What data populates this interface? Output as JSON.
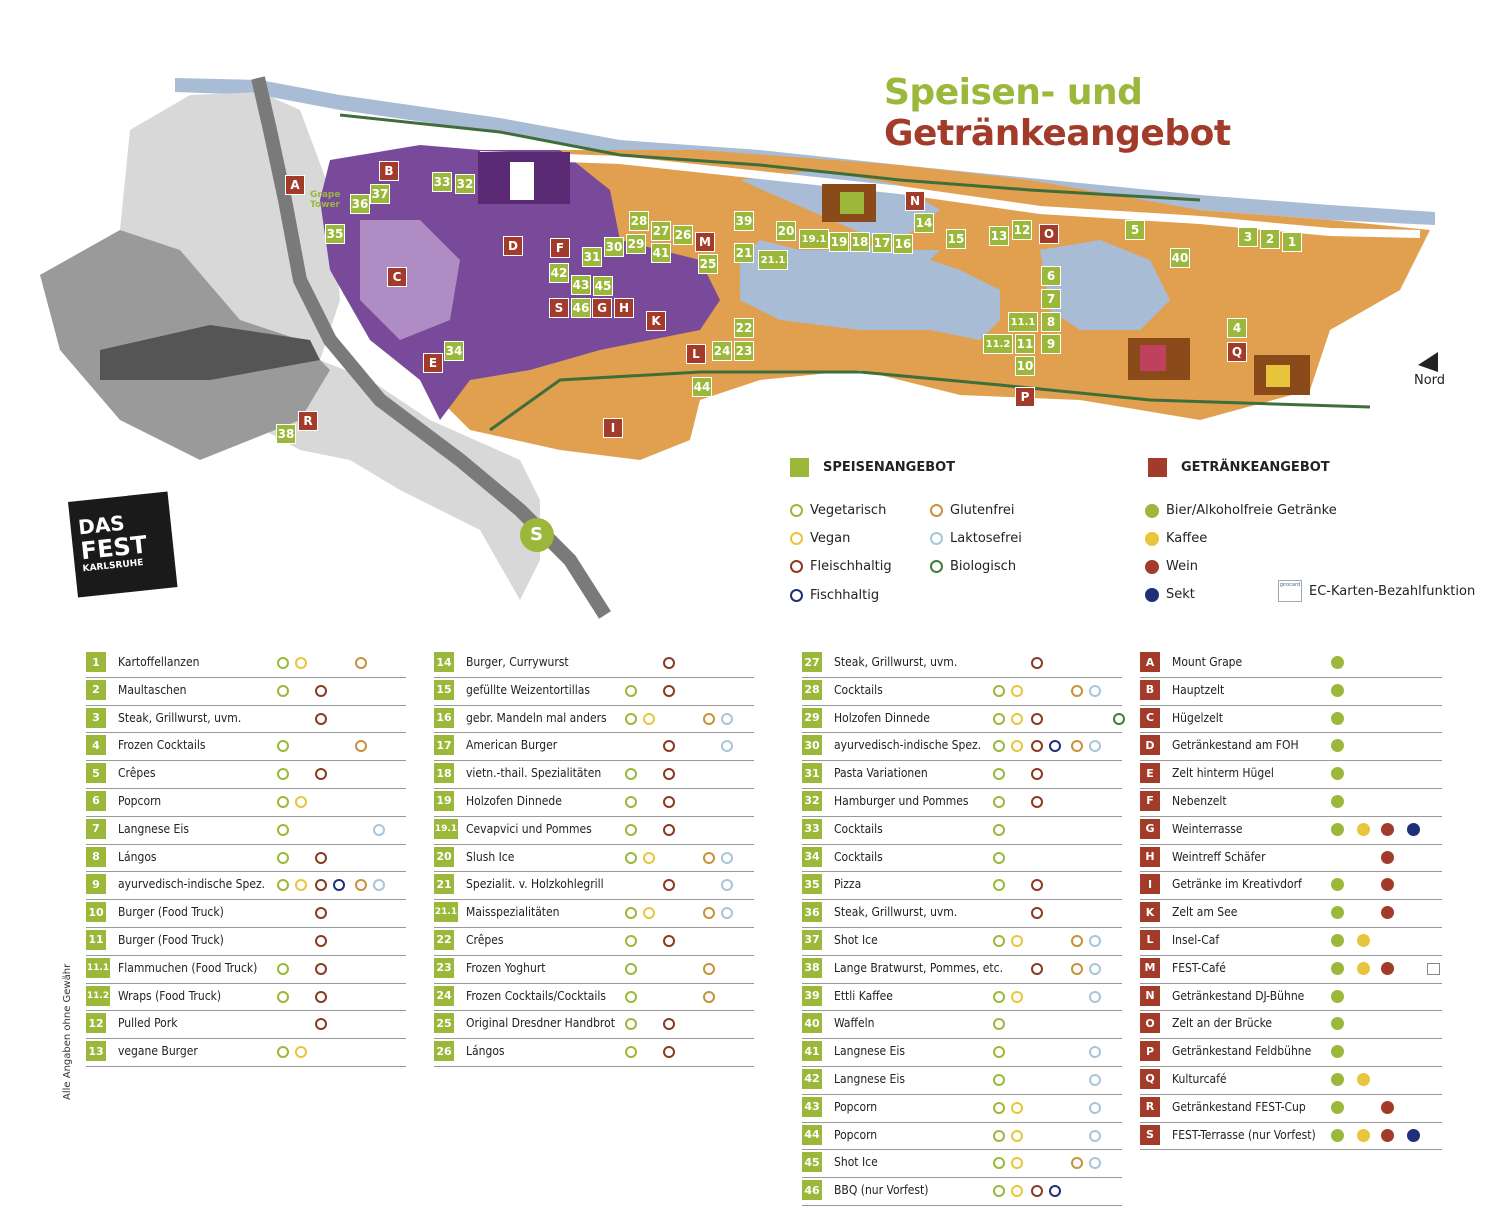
{
  "title": {
    "part1": "Speisen- und",
    "part2": "Getränkeangebot"
  },
  "colors": {
    "green": "#9bb83a",
    "red": "#a23b2a",
    "yellow": "#e8c53c",
    "ochre": "#c8913a",
    "lightblue": "#a7c6da",
    "darkgreen": "#3f7d3a",
    "navy": "#1f2f7a",
    "brown": "#8a3a22",
    "purple": "#7a4a9a",
    "orange": "#e0a050",
    "water": "#a9bcd6"
  },
  "legend": {
    "food_heading": "SPEISENANGEBOT",
    "drink_heading": "GETRÄNKEANGEBOT",
    "food_items": [
      {
        "label": "Vegetarisch",
        "color": "#9bb83a"
      },
      {
        "label": "Glutenfrei",
        "color": "#c8913a"
      },
      {
        "label": "Vegan",
        "color": "#e8c53c"
      },
      {
        "label": "Laktosefrei",
        "color": "#a7c6da"
      },
      {
        "label": "Fleischhaltig",
        "color": "#8a3a22"
      },
      {
        "label": "Biologisch",
        "color": "#3f7d3a"
      },
      {
        "label": "Fischhaltig",
        "color": "#1f2f7a"
      }
    ],
    "drink_items": [
      {
        "label": "Bier/Alkoholfreie Getränke",
        "color": "#9bb83a"
      },
      {
        "label": "Kaffee",
        "color": "#e8c53c"
      },
      {
        "label": "Wein",
        "color": "#a23b2a"
      },
      {
        "label": "Sekt",
        "color": "#1f2f7a"
      }
    ],
    "ec_label": "EC-Karten-Bezahlfunktion",
    "ec_icon": "girocard-icon",
    "ec_icon_text": "girocard"
  },
  "map": {
    "north_label": "Nord",
    "logo": {
      "line1": "DAS",
      "line2": "FEST",
      "line3": "KARLSRUHE"
    },
    "grape_tower_label": "Grape Tower",
    "s_bahn_label": "S",
    "food_markers": [
      "1",
      "2",
      "3",
      "4",
      "5",
      "6",
      "7",
      "8",
      "9",
      "10",
      "11",
      "11.1",
      "11.2",
      "12",
      "13",
      "14",
      "15",
      "16",
      "17",
      "18",
      "19",
      "19.1",
      "20",
      "21",
      "21.1",
      "22",
      "23",
      "24",
      "25",
      "26",
      "27",
      "28",
      "29",
      "30",
      "31",
      "32",
      "33",
      "34",
      "35",
      "36",
      "37",
      "38",
      "39",
      "40",
      "41",
      "42",
      "43",
      "44",
      "45",
      "46"
    ],
    "drink_markers": [
      "A",
      "B",
      "C",
      "D",
      "E",
      "F",
      "G",
      "H",
      "I",
      "K",
      "L",
      "M",
      "N",
      "O",
      "P",
      "Q",
      "R",
      "S"
    ]
  },
  "disclaimer": "Alle Angaben ohne Gewähr",
  "food_table": [
    {
      "num": "1",
      "name": "Kartoffellanzen",
      "tags": [
        "veg",
        "vegan",
        "glutenfrei"
      ]
    },
    {
      "num": "2",
      "name": "Maultaschen",
      "tags": [
        "veg",
        "fleisch"
      ]
    },
    {
      "num": "3",
      "name": "Steak, Grillwurst, uvm.",
      "tags": [
        "fleisch"
      ]
    },
    {
      "num": "4",
      "name": "Frozen Cocktails",
      "tags": [
        "veg",
        "glutenfrei"
      ]
    },
    {
      "num": "5",
      "name": "Crêpes",
      "tags": [
        "veg",
        "fleisch"
      ]
    },
    {
      "num": "6",
      "name": "Popcorn",
      "tags": [
        "veg",
        "vegan"
      ]
    },
    {
      "num": "7",
      "name": "Langnese Eis",
      "tags": [
        "veg",
        "laktose"
      ]
    },
    {
      "num": "8",
      "name": "Lángos",
      "tags": [
        "veg",
        "fleisch"
      ]
    },
    {
      "num": "9",
      "name": "ayurvedisch-indische Spez.",
      "tags": [
        "veg",
        "vegan",
        "fleisch",
        "fisch",
        "glutenfrei",
        "laktose"
      ]
    },
    {
      "num": "10",
      "name": "Burger (Food Truck)",
      "tags": [
        "fleisch"
      ]
    },
    {
      "num": "11",
      "name": "Burger (Food Truck)",
      "tags": [
        "fleisch"
      ]
    },
    {
      "num": "11.1",
      "name": "Flammuchen (Food Truck)",
      "tags": [
        "veg",
        "fleisch"
      ]
    },
    {
      "num": "11.2",
      "name": "Wraps (Food Truck)",
      "tags": [
        "veg",
        "fleisch"
      ]
    },
    {
      "num": "12",
      "name": "Pulled Pork",
      "tags": [
        "fleisch"
      ]
    },
    {
      "num": "13",
      "name": "vegane Burger",
      "tags": [
        "veg",
        "vegan"
      ]
    },
    {
      "num": "14",
      "name": "Burger, Currywurst",
      "tags": [
        "fleisch"
      ]
    },
    {
      "num": "15",
      "name": "gefüllte Weizentortillas",
      "tags": [
        "veg",
        "fleisch"
      ]
    },
    {
      "num": "16",
      "name": "gebr. Mandeln mal anders",
      "tags": [
        "veg",
        "vegan",
        "glutenfrei",
        "laktose"
      ]
    },
    {
      "num": "17",
      "name": "American Burger",
      "tags": [
        "fleisch",
        "laktose"
      ]
    },
    {
      "num": "18",
      "name": "vietn.-thail. Spezialitäten",
      "tags": [
        "veg",
        "fleisch"
      ]
    },
    {
      "num": "19",
      "name": "Holzofen Dinnede",
      "tags": [
        "veg",
        "fleisch"
      ]
    },
    {
      "num": "19.1",
      "name": "Cevapvici und Pommes",
      "tags": [
        "veg",
        "fleisch"
      ]
    },
    {
      "num": "20",
      "name": "Slush Ice",
      "tags": [
        "veg",
        "vegan",
        "glutenfrei",
        "laktose"
      ]
    },
    {
      "num": "21",
      "name": "Spezialit. v. Holzkohlegrill",
      "tags": [
        "fleisch",
        "laktose"
      ]
    },
    {
      "num": "21.1",
      "name": "Maisspezialitäten",
      "tags": [
        "veg",
        "vegan",
        "glutenfrei",
        "laktose"
      ]
    },
    {
      "num": "22",
      "name": "Crêpes",
      "tags": [
        "veg",
        "fleisch"
      ]
    },
    {
      "num": "23",
      "name": "Frozen Yoghurt",
      "tags": [
        "veg",
        "glutenfrei"
      ]
    },
    {
      "num": "24",
      "name": "Frozen Cocktails/Cocktails",
      "tags": [
        "veg",
        "glutenfrei"
      ]
    },
    {
      "num": "25",
      "name": "Original Dresdner Handbrot",
      "tags": [
        "veg",
        "fleisch"
      ]
    },
    {
      "num": "26",
      "name": "Lángos",
      "tags": [
        "veg",
        "fleisch"
      ]
    },
    {
      "num": "27",
      "name": "Steak, Grillwurst, uvm.",
      "tags": [
        "fleisch"
      ]
    },
    {
      "num": "28",
      "name": "Cocktails",
      "tags": [
        "veg",
        "vegan",
        "glutenfrei",
        "laktose"
      ]
    },
    {
      "num": "29",
      "name": "Holzofen Dinnede",
      "tags": [
        "veg",
        "vegan",
        "fleisch",
        "bio"
      ]
    },
    {
      "num": "30",
      "name": "ayurvedisch-indische Spez.",
      "tags": [
        "veg",
        "vegan",
        "fleisch",
        "fisch",
        "glutenfrei",
        "laktose"
      ]
    },
    {
      "num": "31",
      "name": "Pasta Variationen",
      "tags": [
        "veg",
        "fleisch"
      ]
    },
    {
      "num": "32",
      "name": "Hamburger und Pommes",
      "tags": [
        "veg",
        "fleisch"
      ]
    },
    {
      "num": "33",
      "name": "Cocktails",
      "tags": [
        "veg"
      ]
    },
    {
      "num": "34",
      "name": "Cocktails",
      "tags": [
        "veg"
      ]
    },
    {
      "num": "35",
      "name": "Pizza",
      "tags": [
        "veg",
        "fleisch"
      ]
    },
    {
      "num": "36",
      "name": "Steak, Grillwurst, uvm.",
      "tags": [
        "fleisch"
      ]
    },
    {
      "num": "37",
      "name": "Shot Ice",
      "tags": [
        "veg",
        "vegan",
        "glutenfrei",
        "laktose"
      ]
    },
    {
      "num": "38",
      "name": "Lange Bratwurst, Pommes, etc.",
      "tags": [
        "fleisch",
        "glutenfrei",
        "laktose"
      ]
    },
    {
      "num": "39",
      "name": "Ettli Kaffee",
      "tags": [
        "veg",
        "vegan",
        "laktose"
      ]
    },
    {
      "num": "40",
      "name": "Waffeln",
      "tags": [
        "veg"
      ]
    },
    {
      "num": "41",
      "name": "Langnese Eis",
      "tags": [
        "veg",
        "laktose"
      ]
    },
    {
      "num": "42",
      "name": "Langnese Eis",
      "tags": [
        "veg",
        "laktose"
      ]
    },
    {
      "num": "43",
      "name": "Popcorn",
      "tags": [
        "veg",
        "vegan",
        "laktose"
      ]
    },
    {
      "num": "44",
      "name": "Popcorn",
      "tags": [
        "veg",
        "vegan",
        "laktose"
      ]
    },
    {
      "num": "45",
      "name": "Shot Ice",
      "tags": [
        "veg",
        "vegan",
        "glutenfrei",
        "laktose"
      ]
    },
    {
      "num": "46",
      "name": "BBQ (nur Vorfest)",
      "tags": [
        "veg",
        "vegan",
        "fleisch",
        "fisch"
      ]
    }
  ],
  "drink_table": [
    {
      "num": "A",
      "name": "Mount Grape",
      "tags": [
        "bier"
      ]
    },
    {
      "num": "B",
      "name": "Hauptzelt",
      "tags": [
        "bier"
      ]
    },
    {
      "num": "C",
      "name": "Hügelzelt",
      "tags": [
        "bier"
      ]
    },
    {
      "num": "D",
      "name": "Getränkestand am FOH",
      "tags": [
        "bier"
      ]
    },
    {
      "num": "E",
      "name": "Zelt hinterm Hügel",
      "tags": [
        "bier"
      ]
    },
    {
      "num": "F",
      "name": "Nebenzelt",
      "tags": [
        "bier"
      ]
    },
    {
      "num": "G",
      "name": "Weinterrasse",
      "tags": [
        "bier",
        "kaffee",
        "wein",
        "sekt"
      ]
    },
    {
      "num": "H",
      "name": "Weintreff Schäfer",
      "tags": [
        "wein"
      ]
    },
    {
      "num": "I",
      "name": "Getränke im Kreativdorf",
      "tags": [
        "bier",
        "wein"
      ]
    },
    {
      "num": "K",
      "name": "Zelt am See",
      "tags": [
        "bier",
        "wein"
      ]
    },
    {
      "num": "L",
      "name": "Insel-Caf",
      "tags": [
        "bier",
        "kaffee"
      ]
    },
    {
      "num": "M",
      "name": "FEST-Café",
      "tags": [
        "bier",
        "kaffee",
        "wein",
        "ec"
      ]
    },
    {
      "num": "N",
      "name": "Getränkestand DJ-Bühne",
      "tags": [
        "bier"
      ]
    },
    {
      "num": "O",
      "name": "Zelt an der Brücke",
      "tags": [
        "bier"
      ]
    },
    {
      "num": "P",
      "name": "Getränkestand Feldbühne",
      "tags": [
        "bier"
      ]
    },
    {
      "num": "Q",
      "name": "Kulturcafé",
      "tags": [
        "bier",
        "kaffee"
      ]
    },
    {
      "num": "R",
      "name": "Getränkestand FEST-Cup",
      "tags": [
        "bier",
        "wein"
      ]
    },
    {
      "num": "S",
      "name": "FEST-Terrasse (nur Vorfest)",
      "tags": [
        "bier",
        "kaffee",
        "wein",
        "sekt"
      ]
    }
  ]
}
